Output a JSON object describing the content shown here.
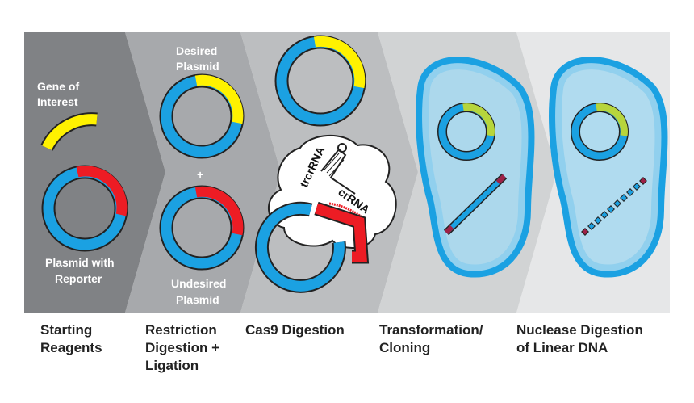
{
  "colors": {
    "panel_1": "#808285",
    "panel_2": "#a7a9ac",
    "panel_3": "#bcbec0",
    "panel_4": "#d1d3d4",
    "panel_5": "#e6e7e8",
    "backbone_blue": "#1ba1e2",
    "gene_yellow": "#fff200",
    "reporter_red": "#ed1c24",
    "cell_fill": "#a6d8f0",
    "gfp_green": "#b7d53c",
    "linear_dna_marker": "#9e2146"
  },
  "steps": [
    {
      "title_lines": [
        "Starting",
        "Reagents"
      ]
    },
    {
      "title_lines": [
        "Restriction",
        "Digestion +",
        "Ligation"
      ]
    },
    {
      "title_lines": [
        "Cas9 Digestion"
      ]
    },
    {
      "title_lines": [
        "Transformation/",
        "Cloning"
      ]
    },
    {
      "title_lines": [
        "Nuclease Digestion",
        "of Linear DNA"
      ]
    }
  ],
  "labels": {
    "gene_of_interest": [
      "Gene of",
      "Interest"
    ],
    "plasmid_with_reporter": [
      "Plasmid with",
      "Reporter"
    ],
    "desired_plasmid": [
      "Desired",
      "Plasmid"
    ],
    "plus": "+",
    "undesired_plasmid": [
      "Undesired",
      "Plasmid"
    ],
    "trcrRNA": "trcrRNA",
    "crRNA": "crRNA"
  },
  "icons": [
    "plasmid-ring",
    "gene-insert-arc",
    "cas9-protein-blob",
    "bacterial-cell",
    "linear-dna",
    "degraded-dna"
  ]
}
